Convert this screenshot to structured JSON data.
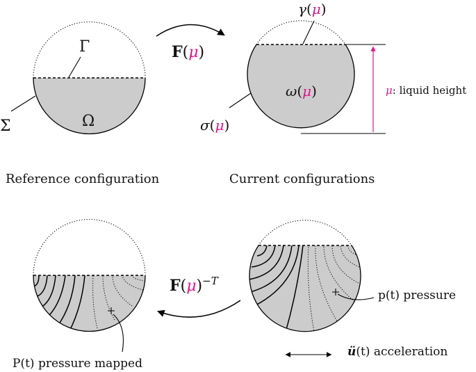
{
  "labels": {
    "gamma_ref": "Γ",
    "sigma_ref": "Σ",
    "omega_ref": "Ω",
    "map_F_bold": "F",
    "map_F_open": "(",
    "map_F_mu": "μ",
    "map_F_close": ")",
    "gamma_cur_sym": "γ",
    "gamma_cur_open": "(",
    "gamma_cur_mu": "μ",
    "gamma_cur_close": ")",
    "omega_cur_sym": "ω",
    "omega_cur_open": "(",
    "omega_cur_mu": "μ",
    "omega_cur_close": ")",
    "sigma_cur_sym": "σ",
    "sigma_cur_open": "(",
    "sigma_cur_mu": "μ",
    "sigma_cur_close": ")",
    "height_mu": "μ",
    "height_text": ": liquid height",
    "reference_caption": "Reference configuration",
    "current_caption": "Current configurations",
    "inv_F_bold": "F",
    "inv_F_open": "(",
    "inv_F_mu": "μ",
    "inv_F_close": ")",
    "inv_F_exp": "−T",
    "pressure_p": "p(t) pressure",
    "pressure_P": "P(t) pressure mapped",
    "accel_u": "ü",
    "accel_rest": "(t) acceleration"
  },
  "colors": {
    "liquid_fill": "#cccccc",
    "parameter_magenta": "#e0138c",
    "ink": "#000000"
  }
}
